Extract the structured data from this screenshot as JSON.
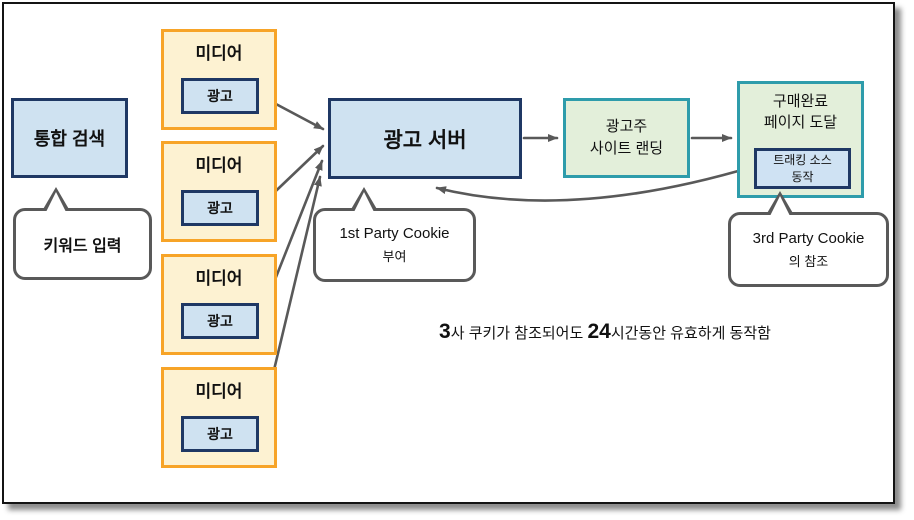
{
  "diagram_title": "ad-server-cookie-tracking-flow",
  "search_box": {
    "label": "통합 검색"
  },
  "keyword_bubble": {
    "label": "키워드 입력"
  },
  "media": {
    "boxes": [
      {
        "title": "미디어",
        "ad": "광고"
      },
      {
        "title": "미디어",
        "ad": "광고"
      },
      {
        "title": "미디어",
        "ad": "광고"
      },
      {
        "title": "미디어",
        "ad": "광고"
      }
    ]
  },
  "server": {
    "label": "광고 서버"
  },
  "first_cookie_bubble": {
    "line1": "1st Party Cookie",
    "line2": "부여"
  },
  "advertiser": {
    "line1": "광고주",
    "line2": "사이트 랜딩"
  },
  "purchase": {
    "line1": "구매완료",
    "line2": "페이지 도달",
    "tracking": {
      "line1": "트래킹 소스",
      "line2": "동작"
    }
  },
  "third_cookie_bubble": {
    "line1": "3rd Party Cookie",
    "line2": "의 참조"
  },
  "note": {
    "num1": "3",
    "text1": "사 쿠키가 참조되어도 ",
    "num2": "24",
    "text2": "시간동안 유효하게 동작함"
  },
  "colors": {
    "blue_fill": "#cfe2f1",
    "navy_border": "#1f3864",
    "media_fill": "#fdf2d2",
    "orange_border": "#f7a428",
    "green_fill": "#e3efda",
    "teal_border": "#2e9cab",
    "arrow_gray": "#595959",
    "frame_border": "#141414"
  }
}
